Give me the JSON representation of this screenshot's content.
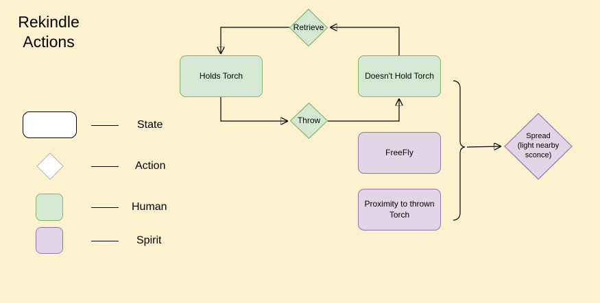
{
  "title": "Rekindle\nActions",
  "legend": {
    "items": [
      {
        "label": "State",
        "shape": "rounded-rectangle",
        "fill": "#ffffff"
      },
      {
        "label": "Action",
        "shape": "diamond",
        "fill": "#ffffff"
      },
      {
        "label": "Human",
        "shape": "rounded-square",
        "fill": "#d5e8d4"
      },
      {
        "label": "Spirit",
        "shape": "rounded-square",
        "fill": "#e1d5e7"
      }
    ]
  },
  "nodes": {
    "retrieve": "Retrieve",
    "holds_torch": "Holds Torch",
    "doesnt_hold_torch": "Doesn't Hold Torch",
    "throw": "Throw",
    "freefly": "FreeFly",
    "proximity_to_thrown_torch": "Proximity to thrown\nTorch",
    "spread": "Spread\n(light nearby\nsconce)"
  },
  "edges": [
    {
      "from": "Retrieve",
      "to": "Holds Torch"
    },
    {
      "from": "Holds Torch",
      "to": "Throw"
    },
    {
      "from": "Throw",
      "to": "Doesn't Hold Torch"
    },
    {
      "from": "Doesn't Hold Torch",
      "to": "Retrieve"
    },
    {
      "from": "brace(Doesn't Hold Torch, FreeFly, Proximity to thrown Torch)",
      "to": "Spread (light nearby sconce)"
    }
  ],
  "colors": {
    "background": "#fdf2d0",
    "human_fill": "#d5e8d4",
    "human_border": "#82b366",
    "spirit_fill": "#e1d5e7",
    "spirit_border": "#9673a6",
    "state_fill": "#ffffff",
    "stroke": "#000000"
  }
}
